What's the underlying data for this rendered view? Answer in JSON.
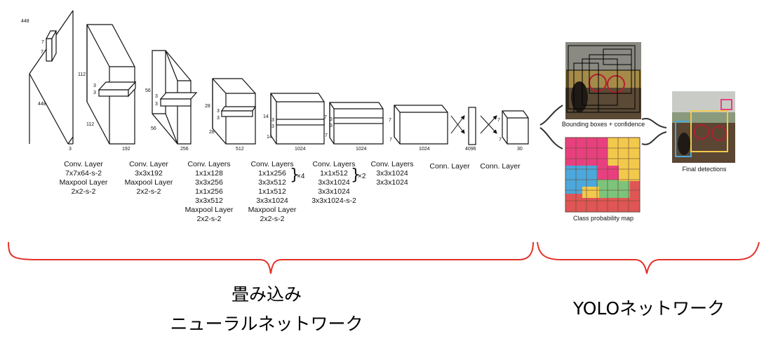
{
  "stages": [
    {
      "lines": [
        "Conv. Layer",
        "7x7x64-s-2",
        "Maxpool Layer",
        "2x2-s-2"
      ]
    },
    {
      "lines": [
        "Conv. Layer",
        "3x3x192",
        "Maxpool Layer",
        "2x2-s-2"
      ]
    },
    {
      "lines": [
        "Conv. Layers",
        "1x1x128",
        "3x3x256",
        "1x1x256",
        "3x3x512",
        "Maxpool Layer",
        "2x2-s-2"
      ]
    },
    {
      "lines": [
        "Conv. Layers",
        "1x1x256",
        "3x3x512",
        "1x1x512",
        "3x3x1024",
        "Maxpool Layer",
        "2x2-s-2"
      ],
      "repeat": "×4"
    },
    {
      "lines": [
        "Conv. Layers",
        "1x1x512",
        "3x3x1024",
        "3x3x1024",
        "3x3x1024-s-2"
      ],
      "repeat": "×2"
    },
    {
      "lines": [
        "Conv. Layers",
        "3x3x1024",
        "3x3x1024"
      ]
    },
    {
      "lines": [
        "Conn. Layer"
      ]
    },
    {
      "lines": [
        "Conn. Layer"
      ]
    }
  ],
  "dims": {
    "input": {
      "h": "448",
      "w": "448",
      "d": "3",
      "kernel": "7"
    },
    "b1": {
      "h": "112",
      "w": "112",
      "d": "192",
      "kernel": "3"
    },
    "b2": {
      "h": "56",
      "w": "56",
      "d": "256",
      "kernel": "3"
    },
    "b3": {
      "h": "28",
      "w": "28",
      "d": "512",
      "kernel": "3"
    },
    "b4": {
      "h": "14",
      "w": "14",
      "d": "1024",
      "kernel": "3"
    },
    "b5": {
      "h": "7",
      "w": "7",
      "d": "1024",
      "kernel": "3"
    },
    "b6": {
      "h": "7",
      "w": "7",
      "d": "1024"
    },
    "fc1": {
      "d": "4096"
    },
    "out": {
      "h": "7",
      "w": "7",
      "d": "30"
    }
  },
  "panels": {
    "bounding_boxes": "Bounding boxes + confidence",
    "class_map": "Class probability map",
    "final": "Final detections"
  },
  "groups": {
    "cnn": [
      "畳み込み",
      "ニューラルネットワーク"
    ],
    "yolo": "YOLOネットワーク"
  },
  "colors": {
    "brace": "#e2322a",
    "class_map": [
      "#e8407f",
      "#f2c94c",
      "#4aa8dc",
      "#7cc47a",
      "#e05555"
    ]
  }
}
